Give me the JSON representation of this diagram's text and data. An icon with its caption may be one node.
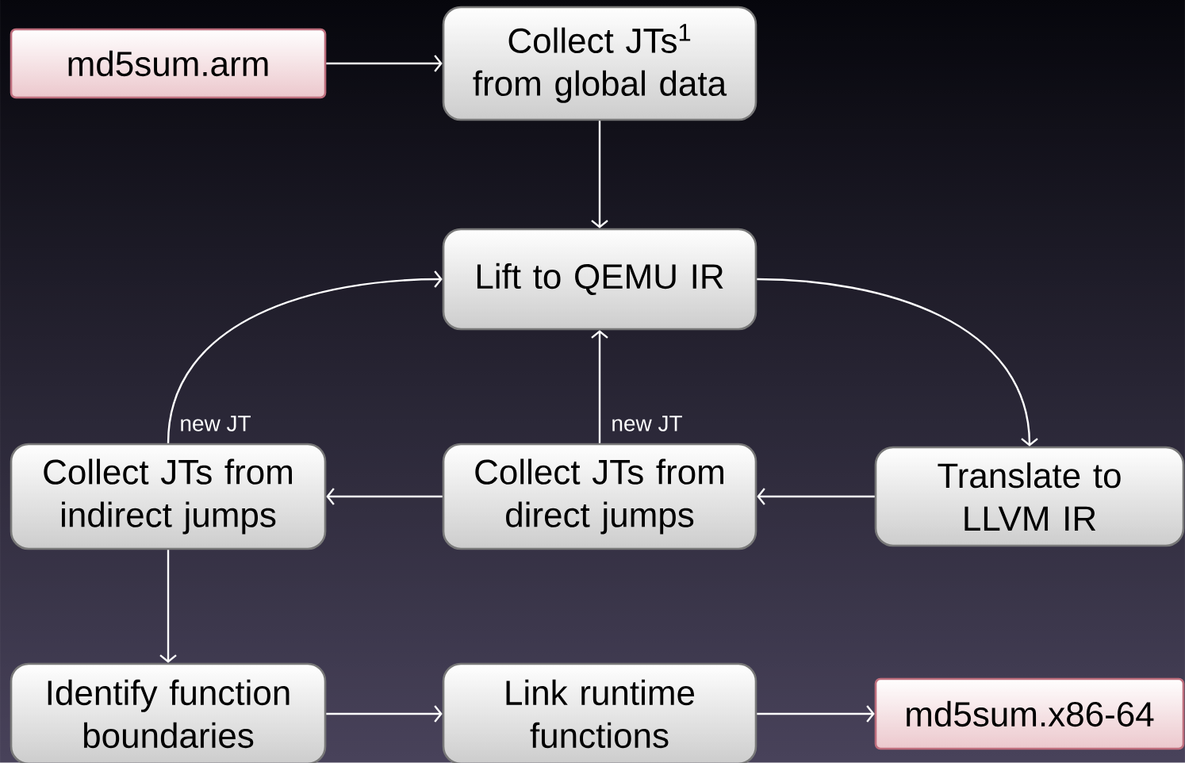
{
  "diagram": {
    "nodes": [
      {
        "text": [
          "md5sum.arm"
        ]
      },
      {
        "text": [
          "Collect JTs$^{1}$ from global data"
        ]
      },
      {
        "text": [
          "Lift to QEMU IR"
        ]
      },
      {
        "text": [
          "Collect JTs from indirect jumps"
        ]
      },
      {
        "text": [
          "Collect JTs from direct jumps"
        ]
      },
      {
        "text": [
          "Translate to LLVM IR"
        ]
      },
      {
        "text": [
          "Identify function boundaries"
        ]
      },
      {
        "text": [
          "Link runtime functions"
        ]
      },
      {
        "text": [
          "md5sum.x86-64"
        ]
      }
    ],
    "edges": [
      {
        "from": 0,
        "to": 1,
        "arrow": "to"
      },
      {
        "from": 1,
        "to": 2,
        "arrow": "to"
      },
      {
        "from": 2,
        "to": 5,
        "arrow": "to"
      },
      {
        "from": 5,
        "to": 4,
        "arrow": "to"
      },
      {
        "from": 4,
        "to": 3,
        "arrow": "to"
      },
      {
        "from": 4,
        "to": 2,
        "arrow": "to",
        "label": "new JT"
      },
      {
        "from": 3,
        "to": 2,
        "arrow": "to",
        "label": "new JT"
      },
      {
        "from": 3,
        "to": 6,
        "arrow": "to"
      },
      {
        "from": 6,
        "to": 7,
        "arrow": "to"
      },
      {
        "from": 7,
        "to": 8,
        "arrow": "to"
      }
    ]
  }
}
